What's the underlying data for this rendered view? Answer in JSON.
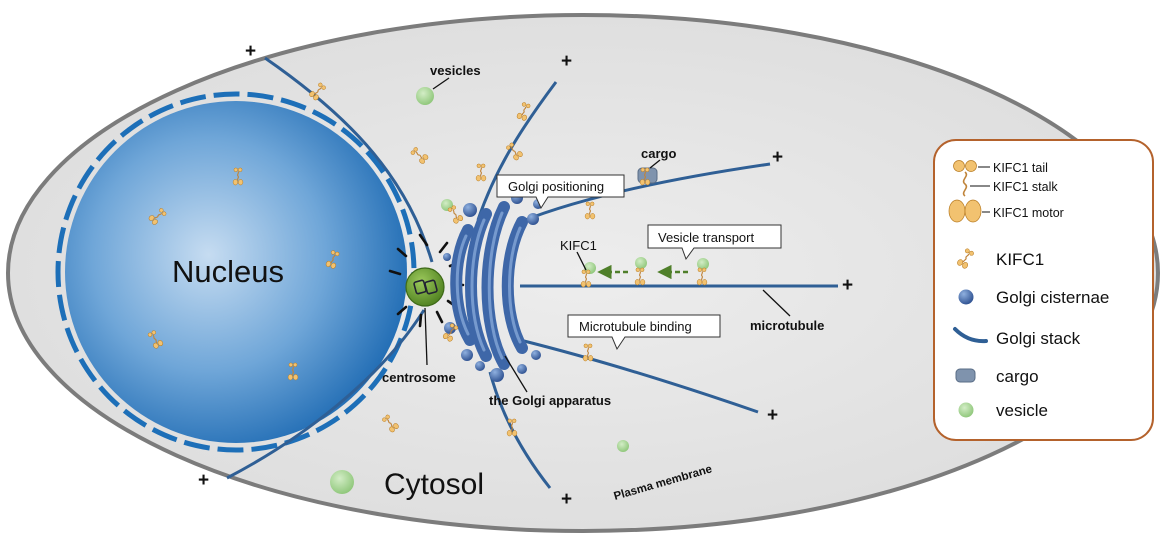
{
  "cell": {
    "nucleus_label": "Nucleus",
    "cytosol_label": "Cytosol",
    "vesicles_label": "vesicles",
    "cargo_label": "cargo",
    "kifc1_label": "KIFC1",
    "centrosome_label": "centrosome",
    "golgi_apparatus_label": "the Golgi apparatus",
    "microtubule_label": "microtubule",
    "plasma_membrane_label": "Plasma membrane",
    "golgi_positioning_label": "Golgi positioning",
    "vesicle_transport_label": "Vesicle transport",
    "microtubule_binding_label": "Microtubule binding",
    "plus_sign": "+"
  },
  "legend": {
    "kifc1_tail": "KIFC1 tail",
    "kifc1_stalk": "KIFC1 stalk",
    "kifc1_motor": "KIFC1 motor",
    "items": [
      {
        "icon": "kifc1-icon",
        "label": "KIFC1"
      },
      {
        "icon": "golgi-cisternae-icon",
        "label": "Golgi cisternae"
      },
      {
        "icon": "golgi-stack-icon",
        "label": "Golgi stack"
      },
      {
        "icon": "cargo-icon",
        "label": "cargo"
      },
      {
        "icon": "vesicle-icon",
        "label": "vesicle"
      }
    ]
  },
  "colors": {
    "cytosol_fill": "#e6e6e6",
    "membrane": "#7a7a7a",
    "nucleus_core": "#c9def2",
    "nucleus_edge": "#1d6fb8",
    "microtubule": "#2f5f95",
    "golgi": "#3e67a8",
    "kifc1": "#e0a040",
    "vesicle": "#9fd08a",
    "cargo": "#7f93ad",
    "arrow": "#4f7f2a",
    "legend_border": "#b4622c"
  }
}
